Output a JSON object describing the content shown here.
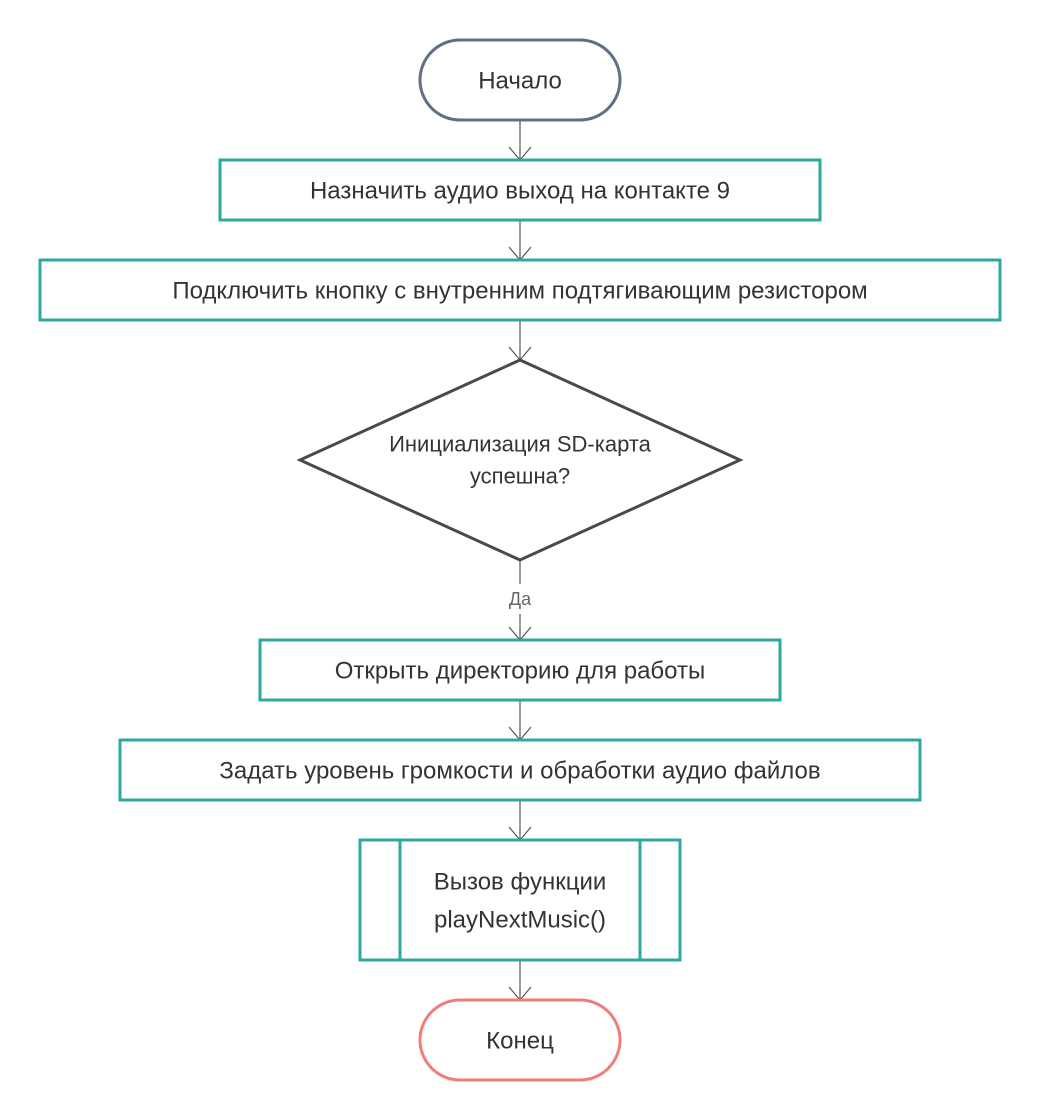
{
  "diagram": {
    "type": "flowchart",
    "colors": {
      "start_border": "#5f6f86",
      "process_border": "#2ea8a0",
      "decision_border": "#4a4a4a",
      "end_border": "#ef7e7b",
      "edge": "#555555",
      "text": "#333333",
      "edge_label": "#666666"
    },
    "nodes": [
      {
        "id": "start",
        "shape": "terminator-start",
        "lines": [
          "Начало"
        ]
      },
      {
        "id": "assign_audio",
        "shape": "process",
        "lines": [
          "Назначить аудио выход на контакте 9"
        ]
      },
      {
        "id": "connect_button",
        "shape": "process",
        "lines": [
          "Подключить кнопку с внутренним подтягивающим резистором"
        ]
      },
      {
        "id": "sd_init",
        "shape": "decision",
        "lines": [
          "Инициализация SD-карта",
          "успешна?"
        ]
      },
      {
        "id": "open_dir",
        "shape": "process",
        "lines": [
          "Открыть директорию для работы"
        ]
      },
      {
        "id": "set_volume",
        "shape": "process",
        "lines": [
          "Задать уровень громкости и обработки аудио файлов"
        ]
      },
      {
        "id": "call_func",
        "shape": "subroutine",
        "lines": [
          "Вызов функции",
          "playNextMusic()"
        ]
      },
      {
        "id": "end",
        "shape": "terminator-end",
        "lines": [
          "Конец"
        ]
      }
    ],
    "edges": [
      {
        "from": "start",
        "to": "assign_audio",
        "label": ""
      },
      {
        "from": "assign_audio",
        "to": "connect_button",
        "label": ""
      },
      {
        "from": "connect_button",
        "to": "sd_init",
        "label": ""
      },
      {
        "from": "sd_init",
        "to": "open_dir",
        "label": "Да"
      },
      {
        "from": "open_dir",
        "to": "set_volume",
        "label": ""
      },
      {
        "from": "set_volume",
        "to": "call_func",
        "label": ""
      },
      {
        "from": "call_func",
        "to": "end",
        "label": ""
      }
    ]
  }
}
